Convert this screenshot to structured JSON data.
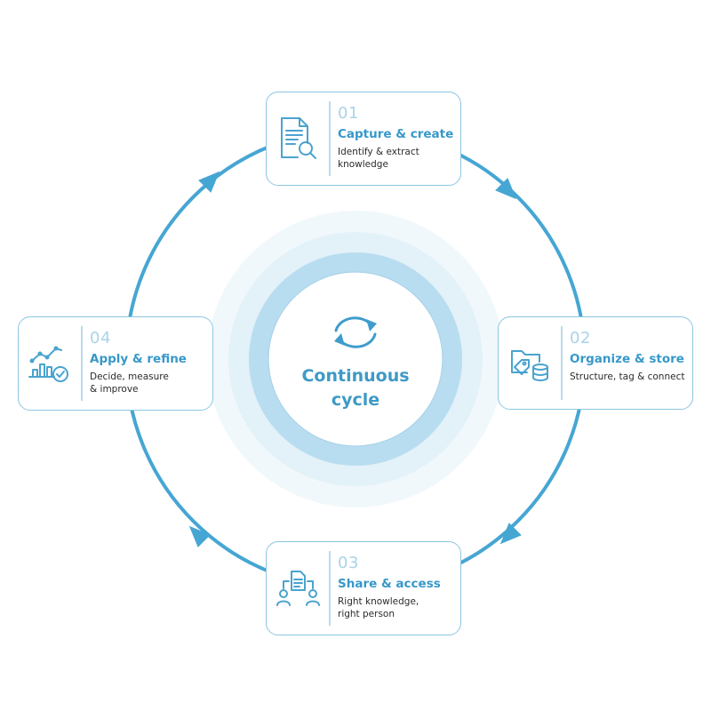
{
  "center": {
    "title": "Continuous cycle",
    "icon": "sync-arrows-icon"
  },
  "colors": {
    "accent": "#3798c9",
    "ring": "#46a6d3",
    "card_border": "#8cc6e2",
    "number": "#a9d3e9",
    "halo_outer": "#f1f8fc",
    "halo_mid": "#e3f1f9",
    "halo_band": "#b9ddf0",
    "center_fill": "#ffffff"
  },
  "steps": [
    {
      "number": "01",
      "title": "Capture & create",
      "desc": [
        "Identify & extract",
        "knowledge"
      ],
      "icon": "document-search-icon"
    },
    {
      "number": "02",
      "title": "Organize & store",
      "desc": [
        "Structure, tag & connect"
      ],
      "icon": "folder-tag-database-icon"
    },
    {
      "number": "03",
      "title": "Share & access",
      "desc": [
        "Right knowledge,",
        "right person"
      ],
      "icon": "people-share-document-icon"
    },
    {
      "number": "04",
      "title": "Apply & refine",
      "desc": [
        "Decide, measure",
        "& improve"
      ],
      "icon": "chart-check-icon"
    }
  ]
}
